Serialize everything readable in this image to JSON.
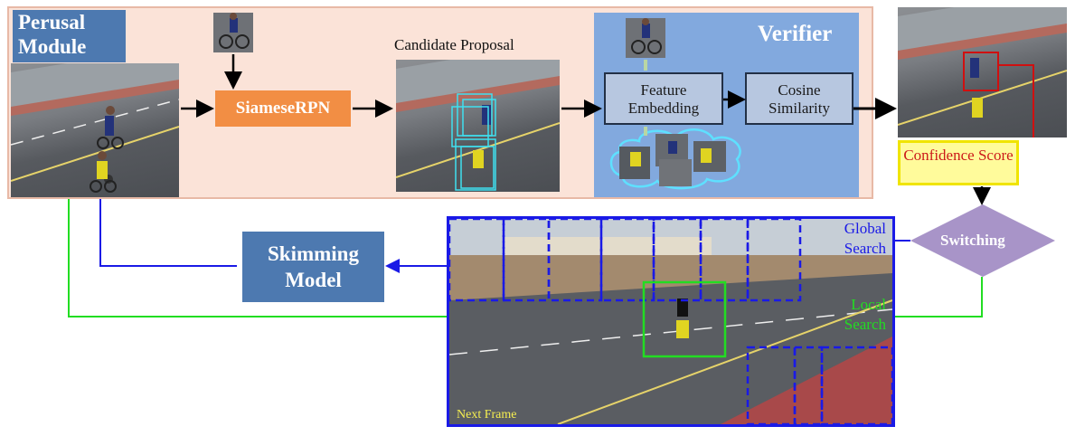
{
  "perusal": {
    "title": "Perusal Module"
  },
  "siamese": {
    "label": "SiameseRPN"
  },
  "candidate": {
    "label": "Candidate Proposal"
  },
  "verifier": {
    "title": "Verifier",
    "feature": "Feature Embedding",
    "cosine": "Cosine Similarity"
  },
  "confidence": {
    "label": "Confidence Score"
  },
  "switching": {
    "label": "Switching"
  },
  "skimming": {
    "label": "Skimming Model"
  },
  "frame": {
    "global": "Global Search",
    "local": "Local Search",
    "next": "Next Frame"
  },
  "colors": {
    "blue_box": "#4d79b0",
    "orange": "#f28e44",
    "verifier_bg": "#82a9de",
    "green": "#22dd22",
    "dark_blue": "#1a1ae6",
    "purple": "#a894c8",
    "yellow": "#fffb9b",
    "red": "#cc1a1a"
  }
}
